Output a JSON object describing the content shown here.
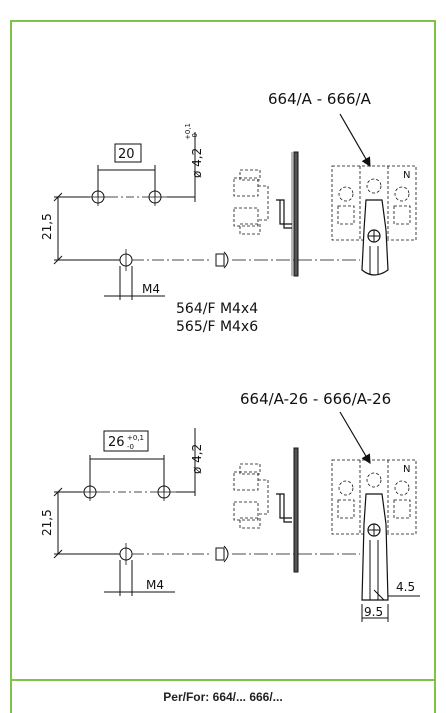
{
  "top_view": {
    "title": "664/A - 666/A",
    "dim_pitch": "20",
    "dim_hole": "ø 4,2",
    "tol_plus": "+0,1",
    "tol_minus": "-0",
    "dim_height": "21,5",
    "dim_screw": "M4",
    "part_line1": "564/F M4x4",
    "part_line2": "565/F M4x6",
    "terminal_n": "N"
  },
  "bottom_view": {
    "title": "664/A-26 - 666/A-26",
    "dim_pitch": "26",
    "tol_plus": "+0,1",
    "tol_minus": "-0",
    "dim_hole": "ø 4,2",
    "dim_height": "21,5",
    "dim_screw": "M4",
    "dim_45": "4.5",
    "dim_95": "9.5",
    "terminal_n": "N"
  },
  "footer": {
    "text": "Per/For: 664/... 666/..."
  },
  "colors": {
    "frame": "#7ec246",
    "ink": "#111111"
  }
}
